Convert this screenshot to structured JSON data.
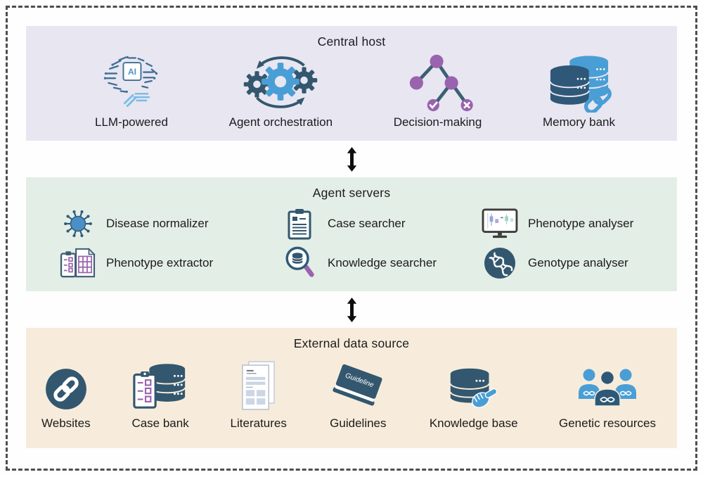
{
  "diagram": {
    "layers": [
      {
        "title": "Central host",
        "items": [
          {
            "label": "LLM-powered",
            "icon": "ai-brain-icon"
          },
          {
            "label": "Agent orchestration",
            "icon": "gears-cycle-icon"
          },
          {
            "label": "Decision-making",
            "icon": "decision-tree-icon"
          },
          {
            "label": "Memory bank",
            "icon": "database-chain-icon"
          }
        ]
      },
      {
        "title": "Agent servers",
        "items": [
          {
            "label": "Disease normalizer",
            "icon": "virus-icon"
          },
          {
            "label": "Case searcher",
            "icon": "clipboard-icon"
          },
          {
            "label": "Phenotype analyser",
            "icon": "monitor-chart-icon"
          },
          {
            "label": "Phenotype extractor",
            "icon": "clipboard-table-icon"
          },
          {
            "label": "Knowledge searcher",
            "icon": "database-magnifier-icon"
          },
          {
            "label": "Genotype analyser",
            "icon": "dna-circle-icon"
          }
        ]
      },
      {
        "title": "External data source",
        "items": [
          {
            "label": "Websites",
            "icon": "link-circle-icon"
          },
          {
            "label": "Case bank",
            "icon": "clipboard-database-icon"
          },
          {
            "label": "Literatures",
            "icon": "papers-icon"
          },
          {
            "label": "Guidelines",
            "icon": "book-icon"
          },
          {
            "label": "Knowledge base",
            "icon": "database-hand-icon"
          },
          {
            "label": "Genetic resources",
            "icon": "people-dna-icon"
          }
        ]
      }
    ],
    "connectors": [
      {
        "between": "Central host / Agent servers",
        "type": "bidirectional-arrow"
      },
      {
        "between": "Agent servers / External data source",
        "type": "bidirectional-arrow"
      }
    ],
    "icon_text": {
      "ai_chip": "AI",
      "guideline_book": "Guideline"
    },
    "colors": {
      "central_host_bg": "#e8e6f1",
      "agent_servers_bg": "#e3eee7",
      "external_data_bg": "#f7ecdb",
      "dark_blue": "#33576e",
      "mid_blue": "#4a9ed6",
      "light_blue": "#7bbde6",
      "purple": "#9a63ae",
      "arrow": "#111111",
      "dashed_border": "#4e4e4e"
    }
  }
}
